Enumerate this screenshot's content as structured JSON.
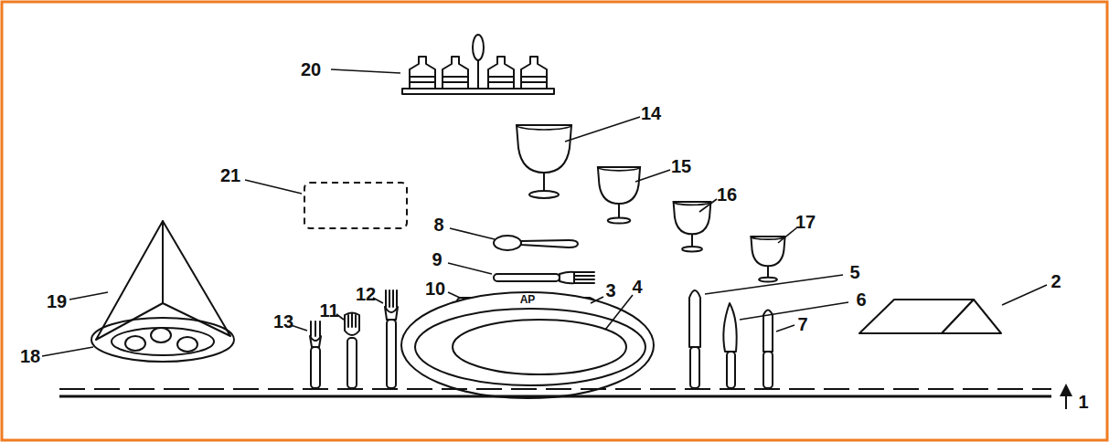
{
  "diagram": {
    "labels": [
      "1",
      "2",
      "3",
      "4",
      "5",
      "6",
      "7",
      "8",
      "9",
      "10",
      "11",
      "12",
      "13",
      "14",
      "15",
      "16",
      "17",
      "18",
      "19",
      "20",
      "21",
      "AP"
    ]
  }
}
